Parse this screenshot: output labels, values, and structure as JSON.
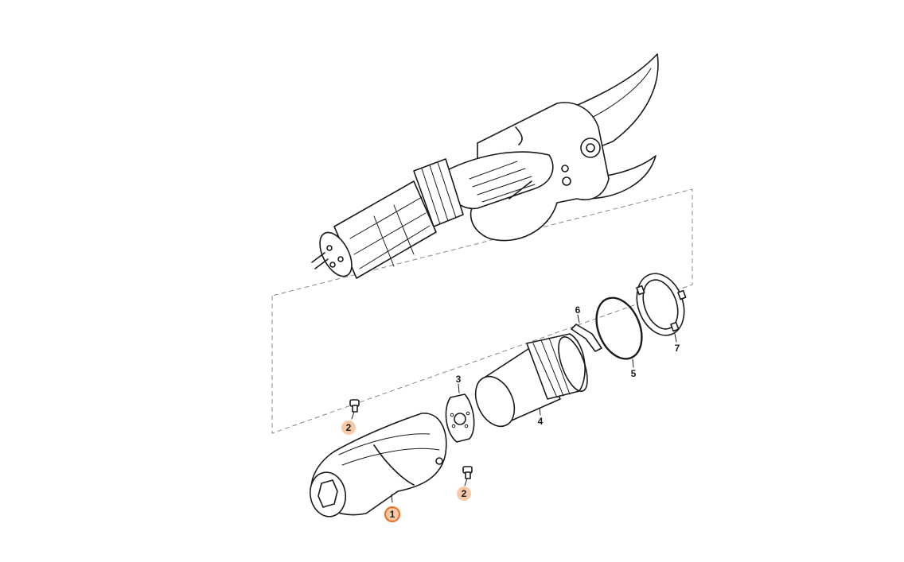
{
  "colors": {
    "line": "#1a1a1a",
    "highlight_fill": "#f6c9a8",
    "active_ring": "#e8762b"
  },
  "parts": [
    {
      "id": "1",
      "label": "1",
      "state": "active"
    },
    {
      "id": "2a",
      "label": "2",
      "state": "highlighted"
    },
    {
      "id": "2b",
      "label": "2",
      "state": "highlighted"
    },
    {
      "id": "3",
      "label": "3",
      "state": "normal"
    },
    {
      "id": "4",
      "label": "4",
      "state": "normal"
    },
    {
      "id": "5",
      "label": "5",
      "state": "normal"
    },
    {
      "id": "6",
      "label": "6",
      "state": "normal"
    },
    {
      "id": "7",
      "label": "7",
      "state": "normal"
    }
  ]
}
